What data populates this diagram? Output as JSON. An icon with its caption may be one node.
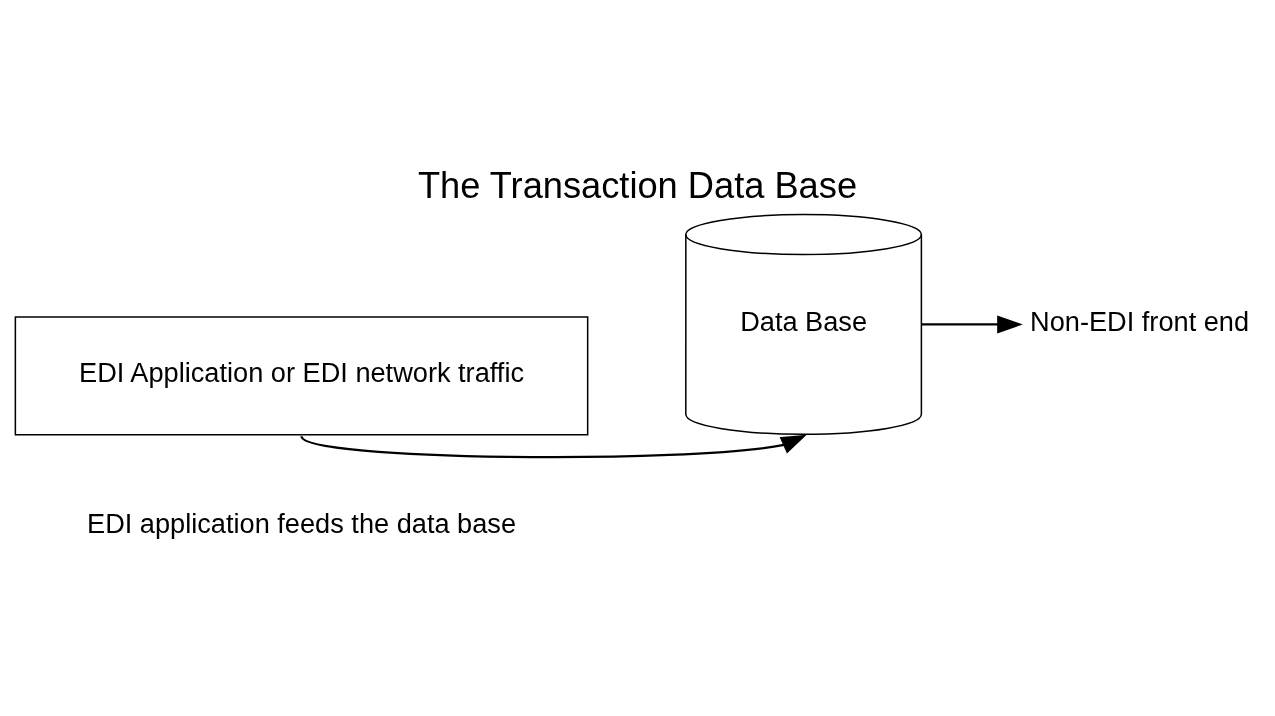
{
  "diagram": {
    "title": "The Transaction Data Base",
    "caption": "EDI application feeds the data base",
    "nodes": [
      {
        "text": [
          "EDI Application or EDI network traffic"
        ]
      },
      {
        "text": [
          "Data Base"
        ]
      },
      {
        "text": [
          "Non-EDI front end"
        ]
      }
    ],
    "edges": [
      {
        "from": 0,
        "to": 1,
        "arrow": "to"
      },
      {
        "from": 1,
        "to": 2,
        "arrow": "to"
      }
    ]
  }
}
